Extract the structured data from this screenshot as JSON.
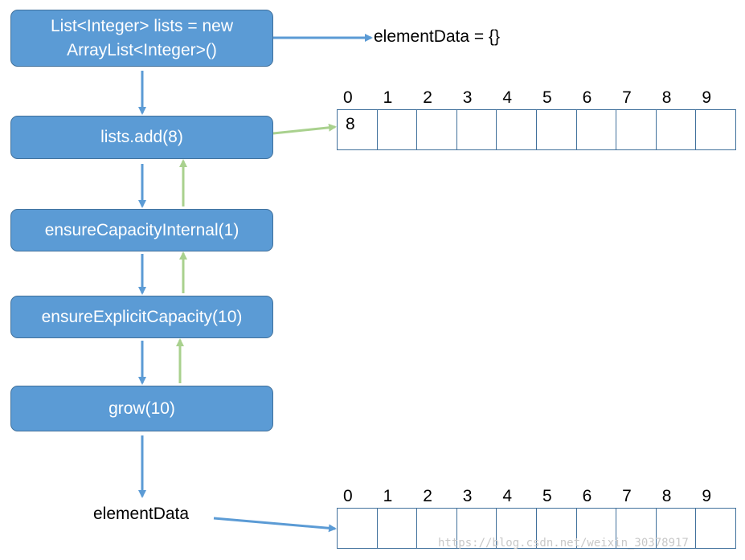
{
  "nodes": {
    "new_list_line1": "List<Integer> lists = new",
    "new_list_line2": "ArrayList<Integer>()",
    "add": "lists.add(8)",
    "ensure_capacity_internal": "ensureCapacityInternal(1)",
    "ensure_explicit_capacity": "ensureExplicitCapacity(10)",
    "grow": "grow(10)"
  },
  "labels": {
    "element_data_empty": "elementData = {}",
    "element_data": "elementData"
  },
  "top_array": {
    "indices": [
      "0",
      "1",
      "2",
      "3",
      "4",
      "5",
      "6",
      "7",
      "8",
      "9"
    ],
    "cells": [
      "8",
      "",
      "",
      "",
      "",
      "",
      "",
      "",
      "",
      ""
    ]
  },
  "bottom_array": {
    "indices": [
      "0",
      "1",
      "2",
      "3",
      "4",
      "5",
      "6",
      "7",
      "8",
      "9"
    ],
    "cells": [
      "",
      "",
      "",
      "",
      "",
      "",
      "",
      "",
      "",
      ""
    ]
  },
  "watermark": "https://blog.csdn.net/weixin_30378917",
  "colors": {
    "node_fill": "#5b9bd5",
    "blue_arrow": "#5b9bd5",
    "green_arrow": "#a9d18e"
  }
}
